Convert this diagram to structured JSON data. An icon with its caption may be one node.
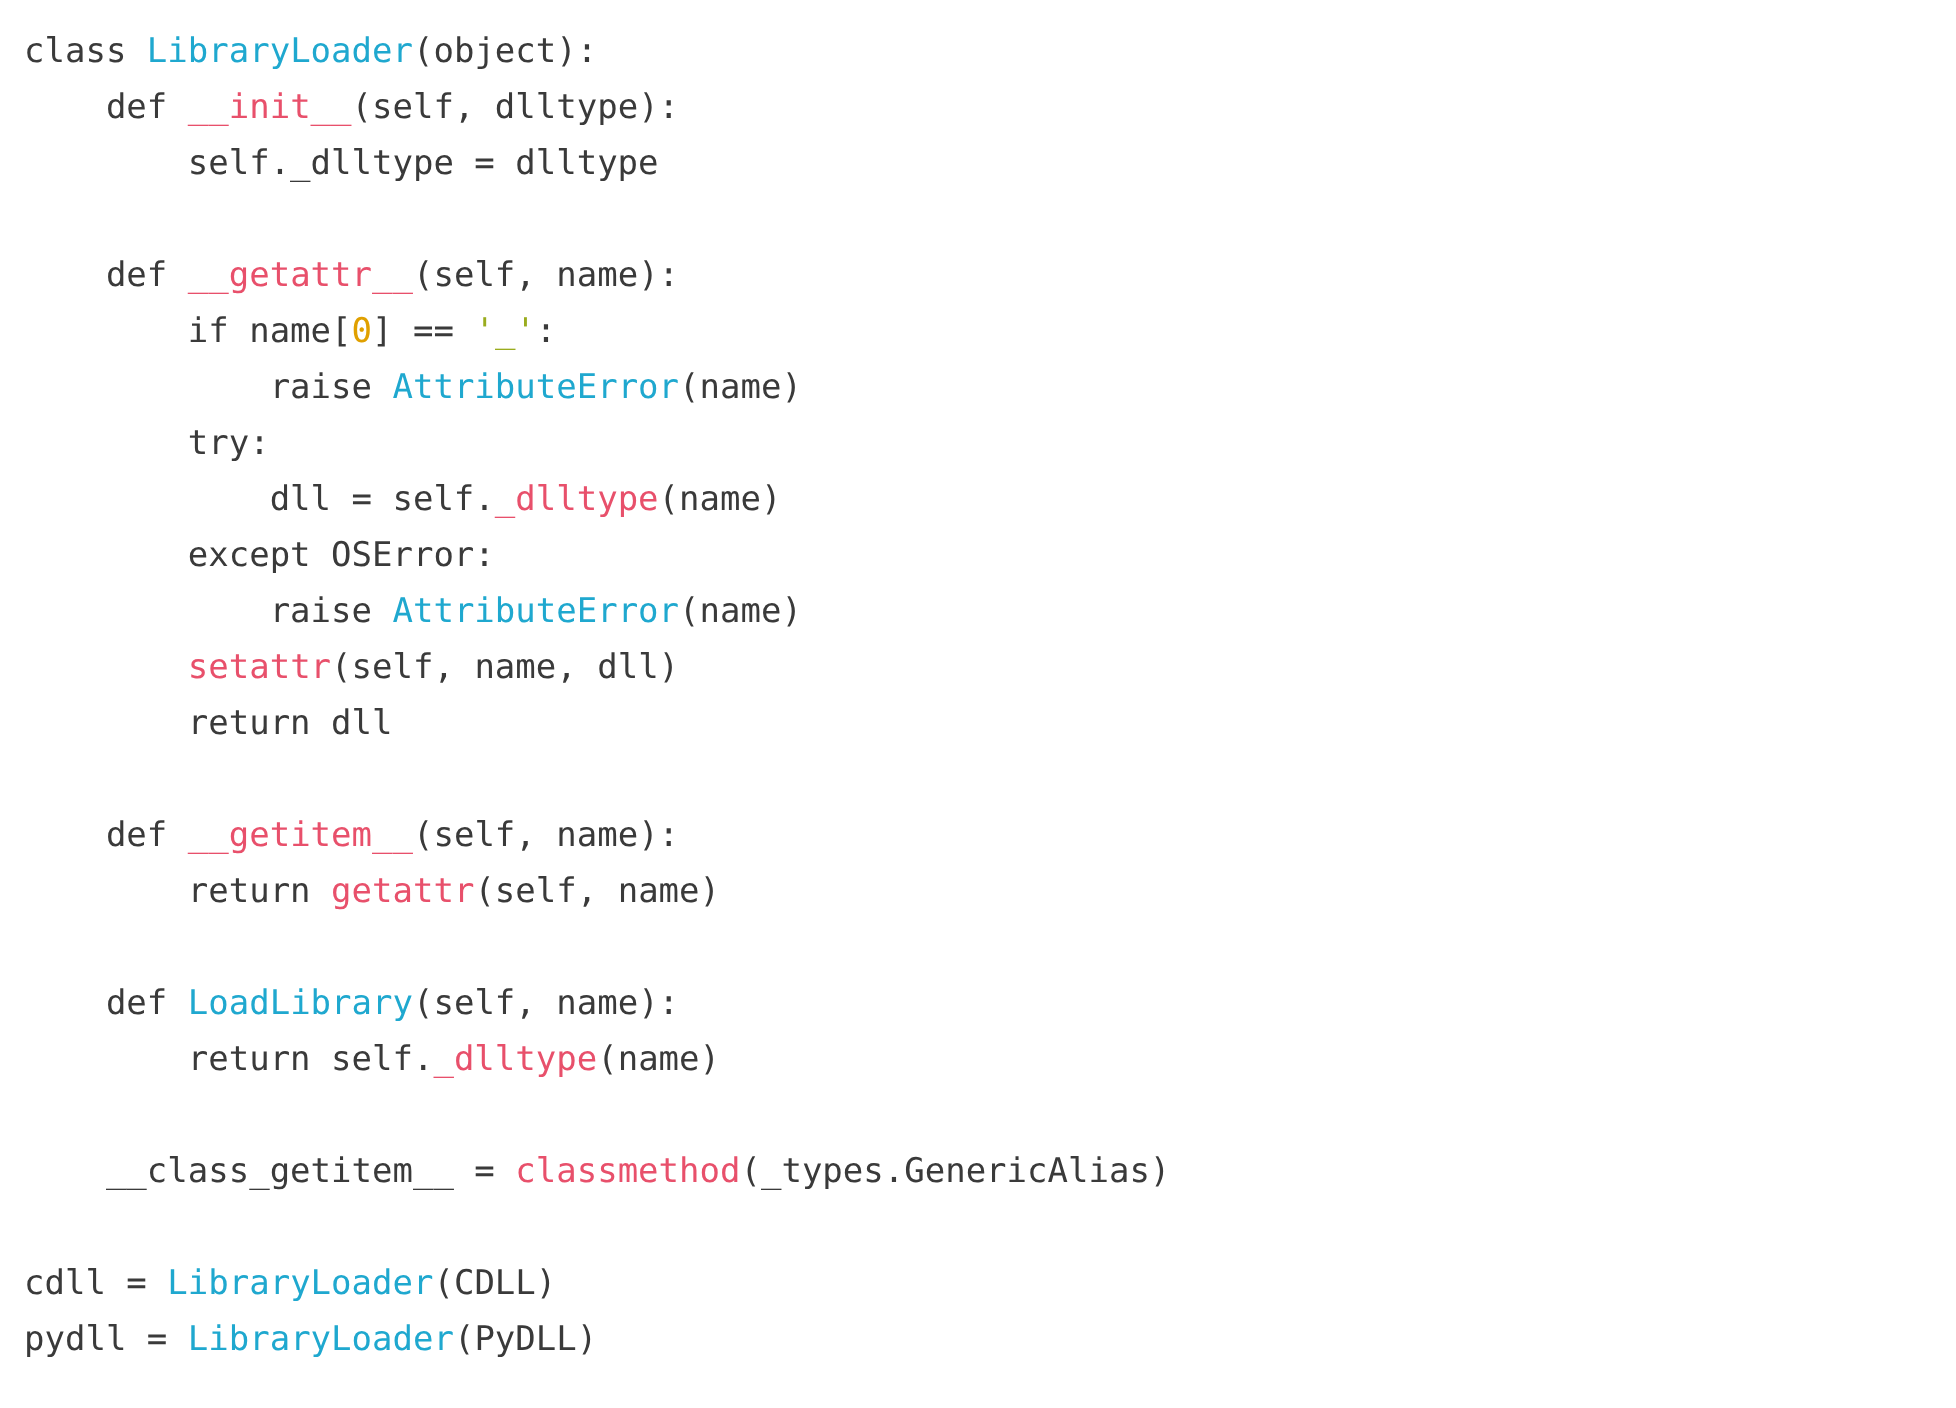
{
  "diagram": {
    "labels": [
      "class LibraryLoader(object):",
      "    def __init__(self, dlltype):",
      "        self._dlltype = dlltype",
      "    def __getattr__(self, name):",
      "        if name[0] == '_':",
      "            raise AttributeError(name)",
      "        try:",
      "            dll = self._dlltype(name)",
      "        except OSError:",
      "            raise AttributeError(name)",
      "        setattr(self, name, dll)",
      "        return dll",
      "    def __getitem__(self, name):",
      "        return getattr(self, name)",
      "    def LoadLibrary(self, name):",
      "        return self._dlltype(name)",
      "    __class_getitem__ = classmethod(_types.GenericAlias)",
      "cdll = LibraryLoader(CDLL)",
      "pydll = LibraryLoader(PyDLL)"
    ]
  }
}
